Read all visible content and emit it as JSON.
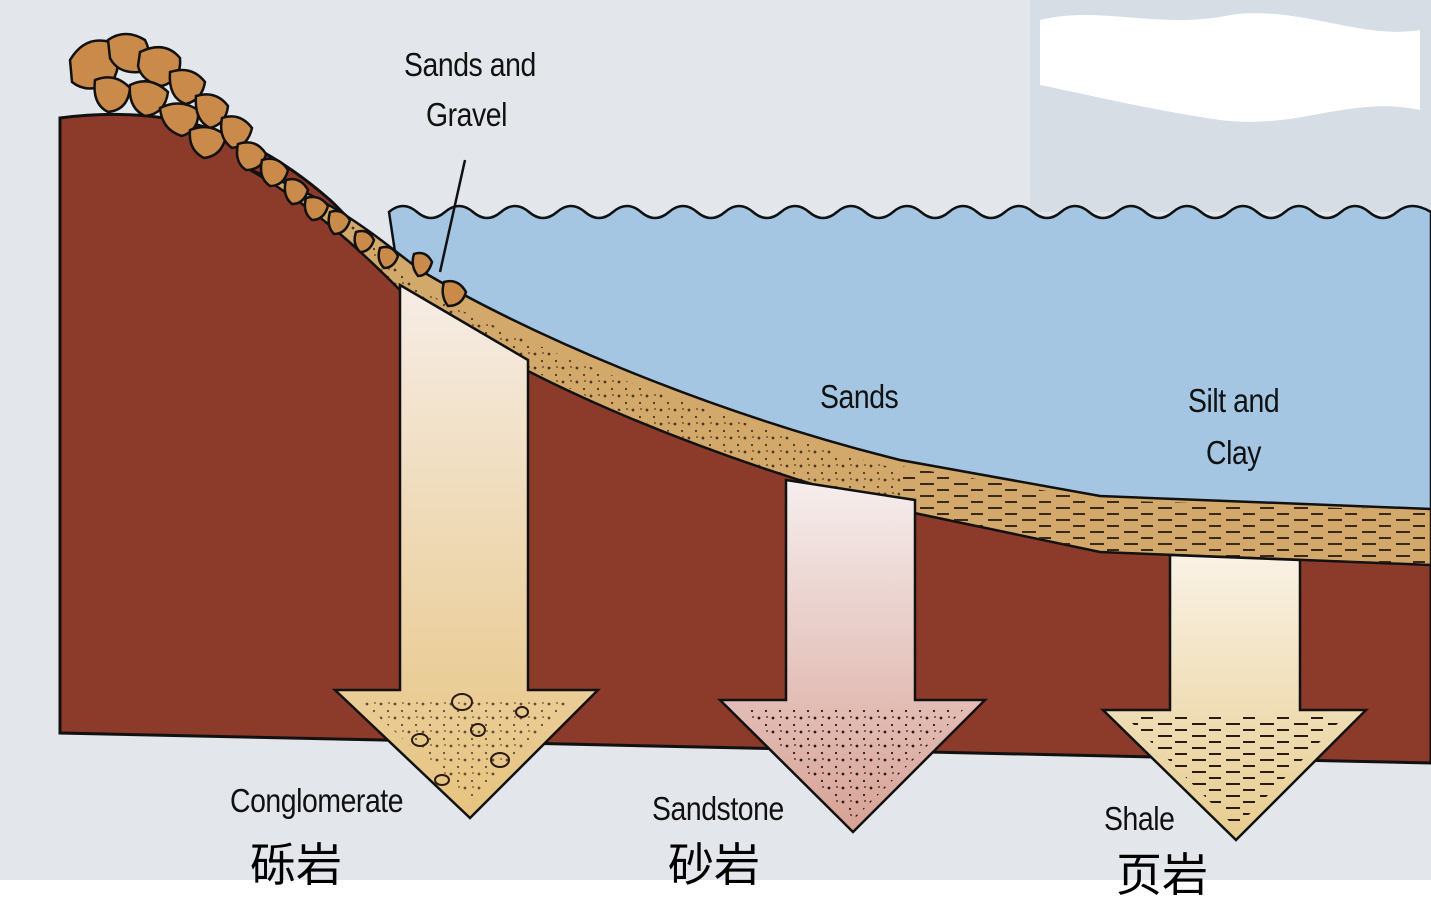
{
  "colors": {
    "page_background": "#ffffff",
    "rock_body": "#8c3a2a",
    "water": "#a4c6e2",
    "sediment": "#d2a96a",
    "boulders": "#c98a4a",
    "outline": "#111111"
  },
  "zones": [
    {
      "id": "gravel",
      "label_lines": [
        "Sands and",
        "Gravel"
      ]
    },
    {
      "id": "sand",
      "label_lines": [
        "Sands"
      ]
    },
    {
      "id": "mud",
      "label_lines": [
        "Silt and",
        "Clay"
      ]
    }
  ],
  "rocks": [
    {
      "id": "conglomerate",
      "name_en": "Conglomerate",
      "name_zh": "砾岩"
    },
    {
      "id": "sandstone",
      "name_en": "Sandstone",
      "name_zh": "砂岩"
    },
    {
      "id": "shale",
      "name_en": "Shale",
      "name_zh": "页岩"
    }
  ]
}
